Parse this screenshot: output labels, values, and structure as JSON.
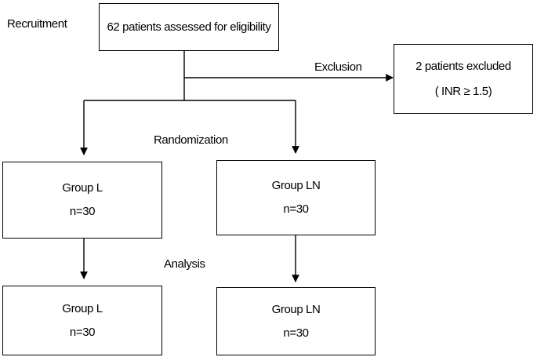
{
  "stages": {
    "recruitment": "Recruitment",
    "exclusion": "Exclusion",
    "randomization": "Randomization",
    "analysis": "Analysis"
  },
  "assessed": {
    "text": "62 patients assessed for eligibility"
  },
  "excluded": {
    "line1": "2 patients excluded",
    "line2": "( INR ≥ 1.5)"
  },
  "randomized_groups": [
    {
      "name": "Group L",
      "n": "n=30"
    },
    {
      "name": "Group LN",
      "n": "n=30"
    }
  ],
  "analyzed_groups": [
    {
      "name": "Group L",
      "n": "n=30"
    },
    {
      "name": "Group LN",
      "n": "n=30"
    }
  ],
  "colors": {
    "line": "#000000",
    "background": "#ffffff"
  }
}
